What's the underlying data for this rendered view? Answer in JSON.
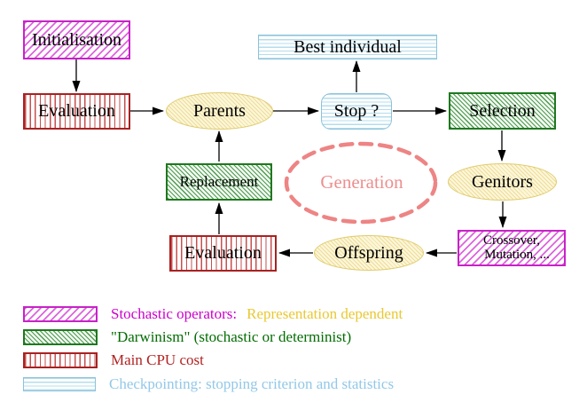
{
  "diagram": {
    "title_implicit": "Evolutionary algorithm generation loop",
    "nodes": {
      "initialisation": {
        "label": "Initialisation",
        "style": "magenta-hatch"
      },
      "evaluation_top": {
        "label": "Evaluation",
        "style": "red-stripes"
      },
      "parents": {
        "label": "Parents",
        "style": "yellow-ellipse"
      },
      "best_individual": {
        "label": "Best individual",
        "style": "cyan-stripes"
      },
      "stop": {
        "label": "Stop ?",
        "style": "cyan-stripes-rounded"
      },
      "selection": {
        "label": "Selection",
        "style": "green-hatch"
      },
      "genitors": {
        "label": "Genitors",
        "style": "yellow-ellipse"
      },
      "crossover_mutation": {
        "label_line1": "Crossover,",
        "label_line2": "Mutation, ...",
        "style": "magenta-hatch"
      },
      "offspring": {
        "label": "Offspring",
        "style": "yellow-ellipse"
      },
      "evaluation_bottom": {
        "label": "Evaluation",
        "style": "red-stripes"
      },
      "replacement": {
        "label": "Replacement",
        "style": "green-hatch"
      },
      "generation": {
        "label": "Generation",
        "style": "salmon-dashed-ellipse"
      }
    },
    "edges": [
      {
        "from": "initialisation",
        "to": "evaluation_top"
      },
      {
        "from": "evaluation_top",
        "to": "parents"
      },
      {
        "from": "parents",
        "to": "stop"
      },
      {
        "from": "stop",
        "to": "best_individual"
      },
      {
        "from": "stop",
        "to": "selection"
      },
      {
        "from": "selection",
        "to": "genitors"
      },
      {
        "from": "genitors",
        "to": "crossover_mutation"
      },
      {
        "from": "crossover_mutation",
        "to": "offspring"
      },
      {
        "from": "offspring",
        "to": "evaluation_bottom"
      },
      {
        "from": "evaluation_bottom",
        "to": "replacement"
      },
      {
        "from": "replacement",
        "to": "parents"
      }
    ],
    "colors": {
      "magenta_border": "#c822c8",
      "green_border": "#1e781e",
      "red_border": "#a82222",
      "cyan_border": "#8cc2da",
      "yellow_border": "#dfcb6e",
      "salmon_dashed": "#ee8484",
      "arrow_black": "#000000"
    }
  },
  "legend": {
    "items": [
      {
        "swatch": "magenta-hatch",
        "label": "Stochastic operators:",
        "label2": "Representation dependent",
        "label_color": "#cc00cc",
        "label2_color": "#e9c832"
      },
      {
        "swatch": "green-hatch",
        "label": "\"Darwinism\" (stochastic or determinist)",
        "label_color": "#036c03"
      },
      {
        "swatch": "red-stripes",
        "label": "Main CPU cost",
        "label_color": "#b22222"
      },
      {
        "swatch": "cyan-stripes",
        "label": "Checkpointing: stopping criterion and statistics",
        "label_color": "#92c8e8"
      }
    ]
  }
}
